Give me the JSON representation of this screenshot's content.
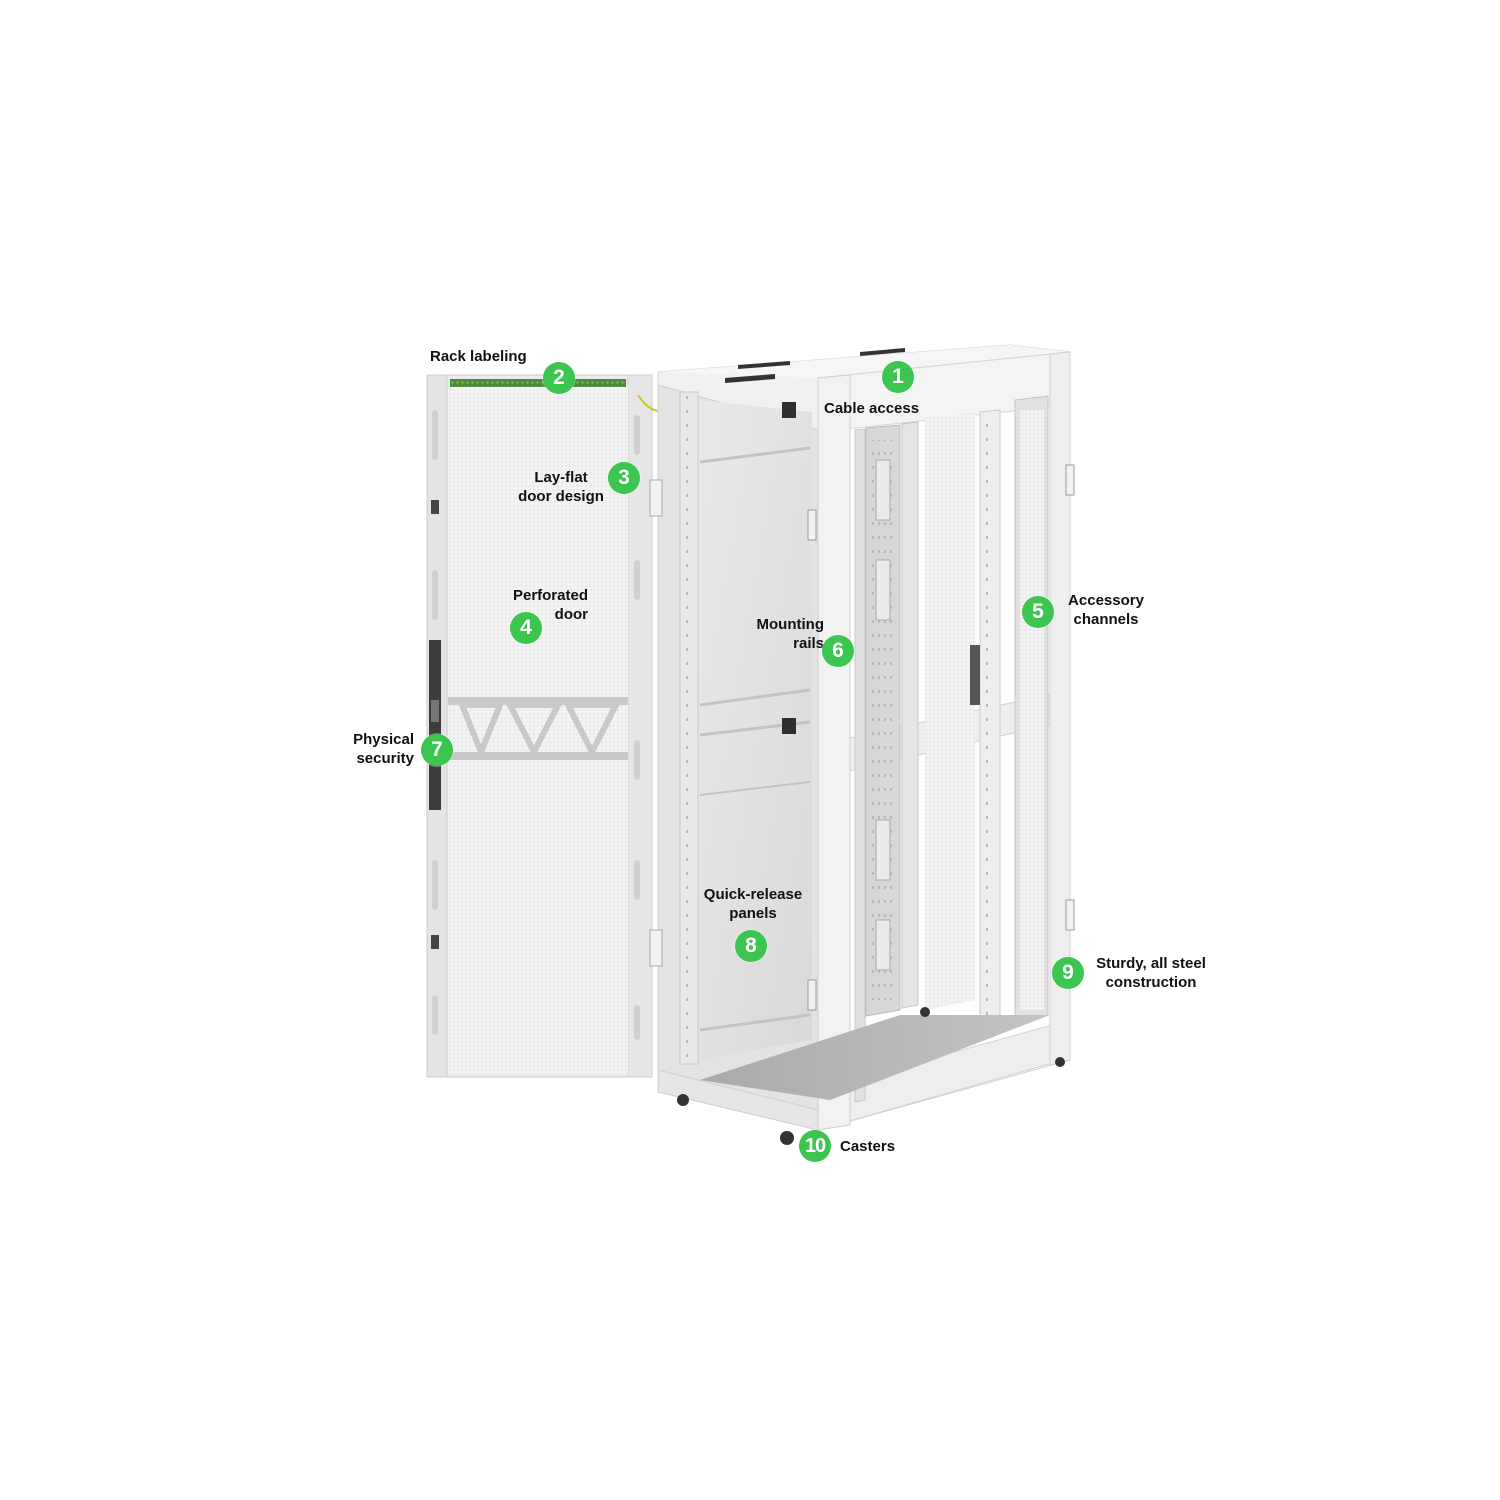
{
  "diagram": {
    "subject": "Server rack enclosure with door open",
    "badge_color": "#3cc54f",
    "callouts": [
      {
        "number": "1",
        "label": "Cable access"
      },
      {
        "number": "2",
        "label": "Rack labeling"
      },
      {
        "number": "3",
        "label_line1": "Lay-flat",
        "label_line2": "door design"
      },
      {
        "number": "4",
        "label_line1": "Perforated",
        "label_line2": "door"
      },
      {
        "number": "5",
        "label_line1": "Accessory",
        "label_line2": "channels"
      },
      {
        "number": "6",
        "label_line1": "Mounting",
        "label_line2": "rails"
      },
      {
        "number": "7",
        "label_line1": "Physical",
        "label_line2": "security"
      },
      {
        "number": "8",
        "label_line1": "Quick-release",
        "label_line2": "panels"
      },
      {
        "number": "9",
        "label_line1": "Sturdy, all steel",
        "label_line2": "construction"
      },
      {
        "number": "10",
        "label": "Casters"
      }
    ]
  }
}
